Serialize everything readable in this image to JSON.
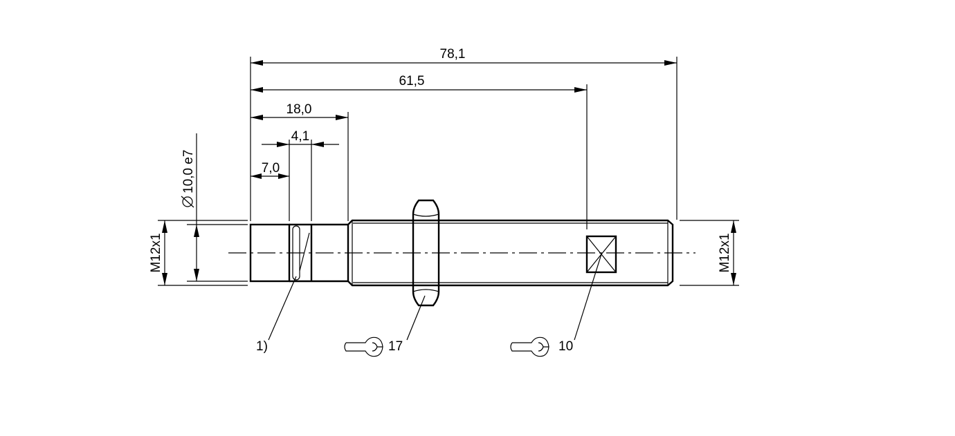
{
  "dimensions": {
    "overall_length": "78,1",
    "wrench_flat_position": "61,5",
    "thread_start": "18,0",
    "groove_width": "4,1",
    "front_length": "7,0",
    "diameter": "10,0 e7",
    "thread_left": "M12x1",
    "thread_right": "M12x1"
  },
  "callouts": {
    "note": "1)",
    "nut_wrench_size": "17",
    "flat_wrench_size": "10"
  },
  "icons": {
    "wrench": "wrench-icon",
    "diameter": "diameter-symbol-icon"
  }
}
